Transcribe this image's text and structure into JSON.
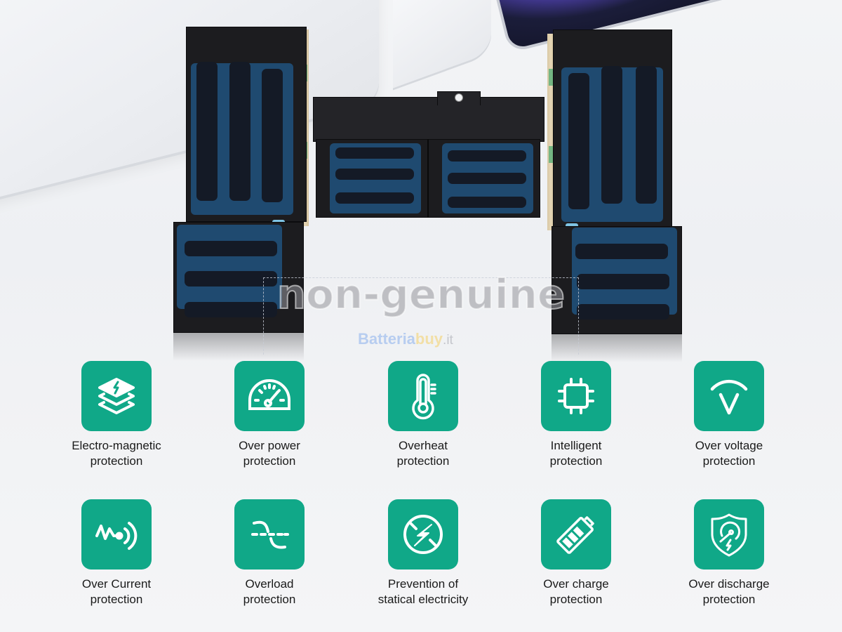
{
  "watermark": {
    "text": "non-genuine",
    "logo_part1": "Batteria",
    "logo_part2": "buy",
    "logo_part3": ".it"
  },
  "colors": {
    "icon_bg": "#10a888",
    "battery_body": "#1c1c1f",
    "battery_tape": "#1f4a70",
    "battery_strip": "#141a26",
    "logo_blue": "#b7cdf0",
    "logo_yellow": "#f2dfa6"
  },
  "features": [
    {
      "icon": "electromagnetic-layers-icon",
      "line1": "Electro-magnetic",
      "line2": "protection"
    },
    {
      "icon": "speedometer-icon",
      "line1": "Over power",
      "line2": "protection"
    },
    {
      "icon": "thermometer-icon",
      "line1": "Overheat",
      "line2": "protection"
    },
    {
      "icon": "chip-icon",
      "line1": "Intelligent",
      "line2": "protection"
    },
    {
      "icon": "voltage-v-icon",
      "line1": "Over voltage",
      "line2": "protection"
    },
    {
      "icon": "current-wave-icon",
      "line1": "Over Current",
      "line2": "protection"
    },
    {
      "icon": "overload-wave-icon",
      "line1": "Overload",
      "line2": "protection"
    },
    {
      "icon": "no-static-icon",
      "line1": "Prevention of",
      "line2": "statical electricity"
    },
    {
      "icon": "battery-charge-icon",
      "line1": "Over charge",
      "line2": "protection"
    },
    {
      "icon": "shield-gauge-icon",
      "line1": "Over discharge",
      "line2": "protection"
    }
  ]
}
